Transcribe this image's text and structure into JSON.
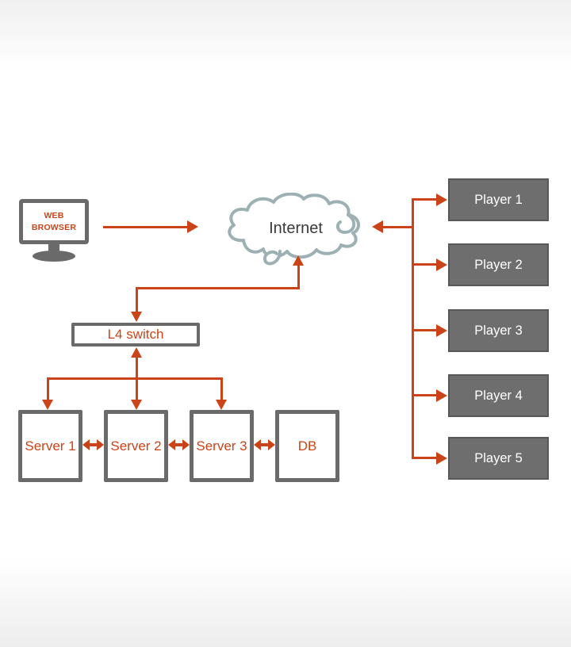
{
  "colors": {
    "accent": "#cb4318",
    "box_border": "#6a6a6a",
    "player_fill": "#6f6e6e",
    "player_border": "#585858",
    "player_text": "#ffffff",
    "cloud_stroke": "#9db1b4",
    "internet_text": "#3a3a3a",
    "bg_edge": "#f0f0f1",
    "bg_edge2": "#ededee"
  },
  "nodes": {
    "web_browser": {
      "line1": "WEB",
      "line2": "BROWSER"
    },
    "internet": {
      "label": "Internet"
    },
    "l4_switch": {
      "label": "L4 switch"
    },
    "servers": [
      {
        "label": "Server 1"
      },
      {
        "label": "Server 2"
      },
      {
        "label": "Server 3"
      },
      {
        "label": "DB"
      }
    ],
    "players": [
      {
        "label": "Player 1"
      },
      {
        "label": "Player 2"
      },
      {
        "label": "Player 3"
      },
      {
        "label": "Player 4"
      },
      {
        "label": "Player 5"
      }
    ]
  }
}
